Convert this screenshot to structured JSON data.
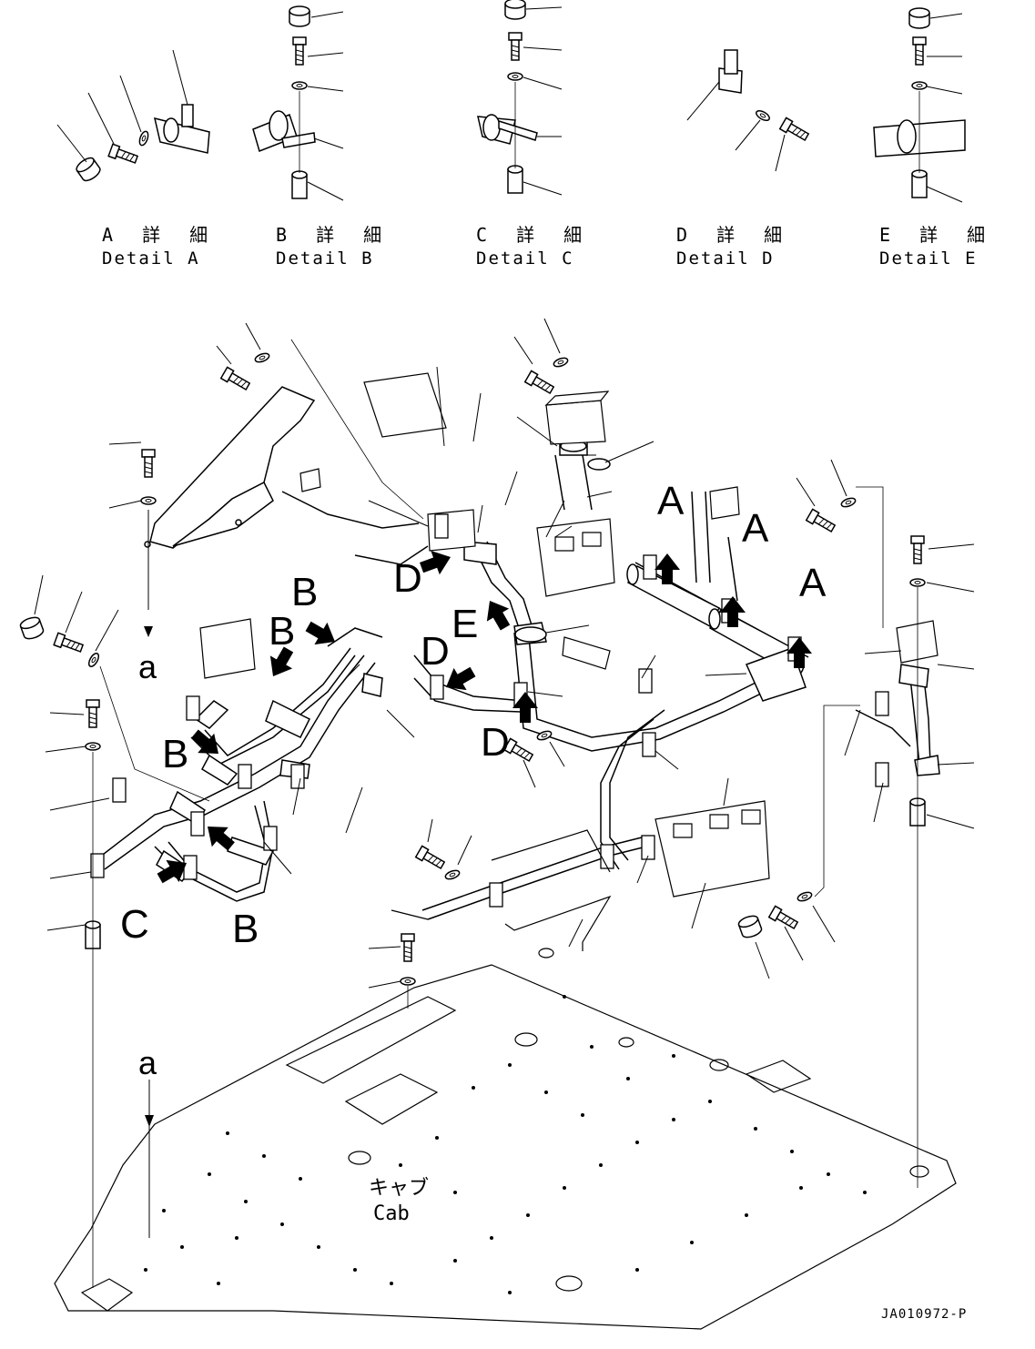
{
  "details": [
    {
      "jp": "A 詳 細",
      "en": "Detail A"
    },
    {
      "jp": "B 詳 細",
      "en": "Detail B"
    },
    {
      "jp": "C 詳 細",
      "en": "Detail C"
    },
    {
      "jp": "D 詳 細",
      "en": "Detail D"
    },
    {
      "jp": "E 詳 細",
      "en": "Detail E"
    }
  ],
  "callouts": {
    "a": "A",
    "b": "B",
    "c": "C",
    "d": "D",
    "e": "E",
    "ref_a": "a"
  },
  "cab": {
    "jp": "キャブ",
    "en": "Cab"
  },
  "drawing_code": "JA010972-P"
}
